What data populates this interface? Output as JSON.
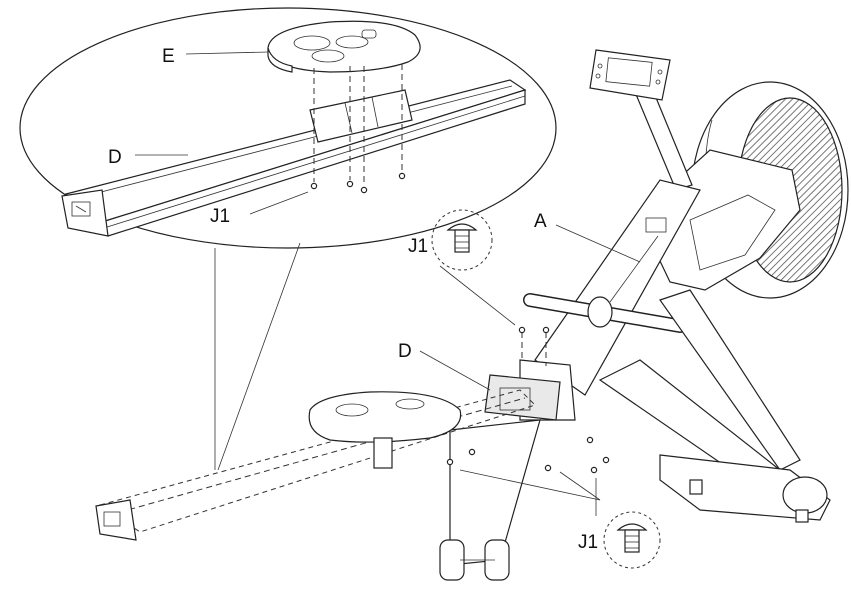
{
  "labels": {
    "seat_detail": "E",
    "rail_detail": "D",
    "bolts_detail": "J1",
    "main_frame": "A",
    "bolt_callout_top": "J1",
    "rail_assembly": "D",
    "bolt_callout_bottom": "J1"
  },
  "colors": {
    "line": "#222222",
    "flywheel_mesh": "#555555",
    "background": "#ffffff"
  }
}
